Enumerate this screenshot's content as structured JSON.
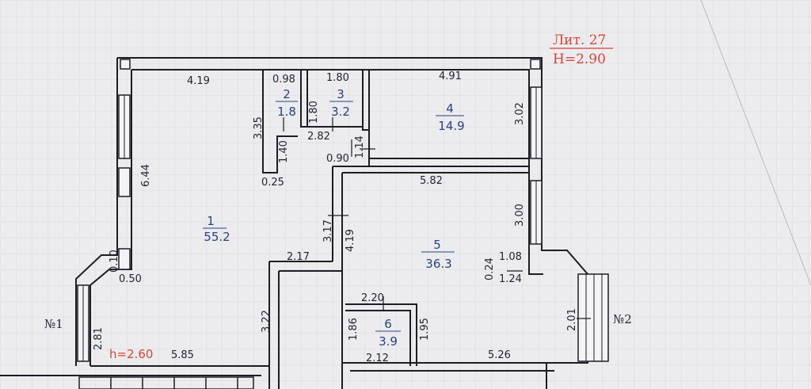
{
  "header": {
    "lit": "Лит. 27",
    "height": "H=2.90"
  },
  "rooms": [
    {
      "number": "1",
      "area": "55.2"
    },
    {
      "number": "2",
      "area": "1.8"
    },
    {
      "number": "3",
      "area": "3.2"
    },
    {
      "number": "4",
      "area": "14.9"
    },
    {
      "number": "5",
      "area": "36.3"
    },
    {
      "number": "6",
      "area": "3.9"
    }
  ],
  "dimensions": {
    "d_4_19_top": "4.19",
    "d_0_98": "0.98",
    "d_1_80_top": "1.80",
    "d_4_91": "4.91",
    "d_3_35": "3.35",
    "d_1_80_side": "1.80",
    "d_2_82": "2.82",
    "d_1_40": "1.40",
    "d_1_14": "1.14",
    "d_0_90": "0.90",
    "d_0_25": "0.25",
    "d_6_44": "6.44",
    "d_3_02": "3.02",
    "d_5_82": "5.82",
    "d_3_00": "3.00",
    "d_3_17": "3.17",
    "d_4_19_side": "4.19",
    "d_2_17": "2.17",
    "d_0_10": "0.10",
    "d_0_50": "0.50",
    "d_1_08": "1.08",
    "d_0_24": "0.24",
    "d_1_24": "1.24",
    "d_2_20": "2.20",
    "d_3_22": "3.22",
    "d_1_86": "1.86",
    "d_1_95": "1.95",
    "d_2_01": "2.01",
    "d_2_81": "2.81",
    "d_5_85": "5.85",
    "d_2_12": "2.12",
    "d_5_26": "5.26"
  },
  "labels": {
    "entrance_1": "№1",
    "entrance_2": "№2",
    "ceiling_h": "h=2.60"
  }
}
